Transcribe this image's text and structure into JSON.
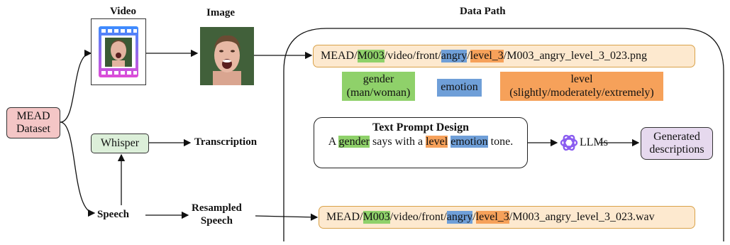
{
  "labels": {
    "video": "Video",
    "image": "Image",
    "data_path": "Data Path",
    "dataset": "MEAD\nDataset",
    "whisper": "Whisper",
    "transcription": "Transcription",
    "speech": "Speech",
    "resampled_speech": "Resampled\nSpeech"
  },
  "image_path": {
    "seg0": "MEAD/",
    "seg1": "M003",
    "seg2": "/video/front/",
    "seg3": "angry",
    "seg4": "/",
    "seg5": "level_3",
    "seg6": "/M003_angry_level_3_023.png"
  },
  "audio_path": {
    "seg0": "MEAD/",
    "seg1": "M003",
    "seg2": "/video/front/",
    "seg3": "angry",
    "seg4": "/",
    "seg5": "level_3",
    "seg6": "/M003_angry_level_3_023.wav"
  },
  "attributes": {
    "gender": "gender\n(man/woman)",
    "emotion": "emotion",
    "level": "level\n(slightly/moderately/extremely)"
  },
  "prompt": {
    "title": "Text Prompt Design",
    "w1": "A ",
    "gender": "gender",
    "w2": " says with a ",
    "level": "level",
    "w3": " ",
    "emotion": "emotion",
    "w4": " tone."
  },
  "llms": "LLMs",
  "generated": "Generated\ndescriptions",
  "colors": {
    "green": "#8fd16a",
    "blue": "#6f9fd8",
    "orange": "#f6a15a",
    "dataset_fill": "#f4c6c6",
    "whisper_fill": "#dcefd9",
    "generated_fill": "#e6d9ee",
    "path_fill": "#fde9cf"
  },
  "icons": [
    "film-strip-icon",
    "face-photo",
    "openai-logo-icon"
  ]
}
